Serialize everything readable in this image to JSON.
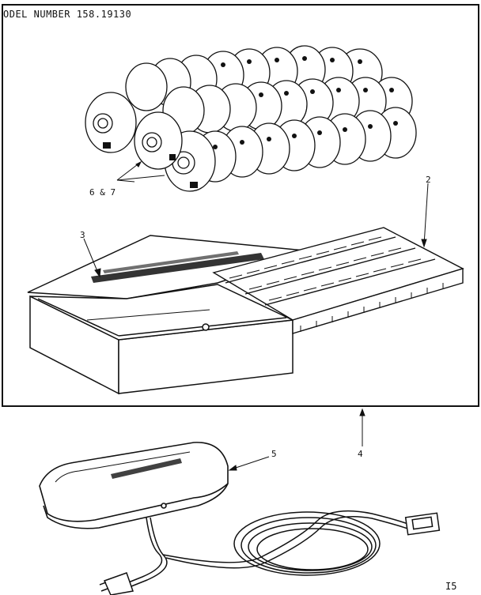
{
  "header": {
    "model_number": "ODEL NUMBER 158.19130"
  },
  "callouts": {
    "c67": "6 & 7",
    "c2": "2",
    "c3": "3",
    "c4": "4",
    "c5": "5"
  },
  "footer": {
    "page": "I5"
  }
}
